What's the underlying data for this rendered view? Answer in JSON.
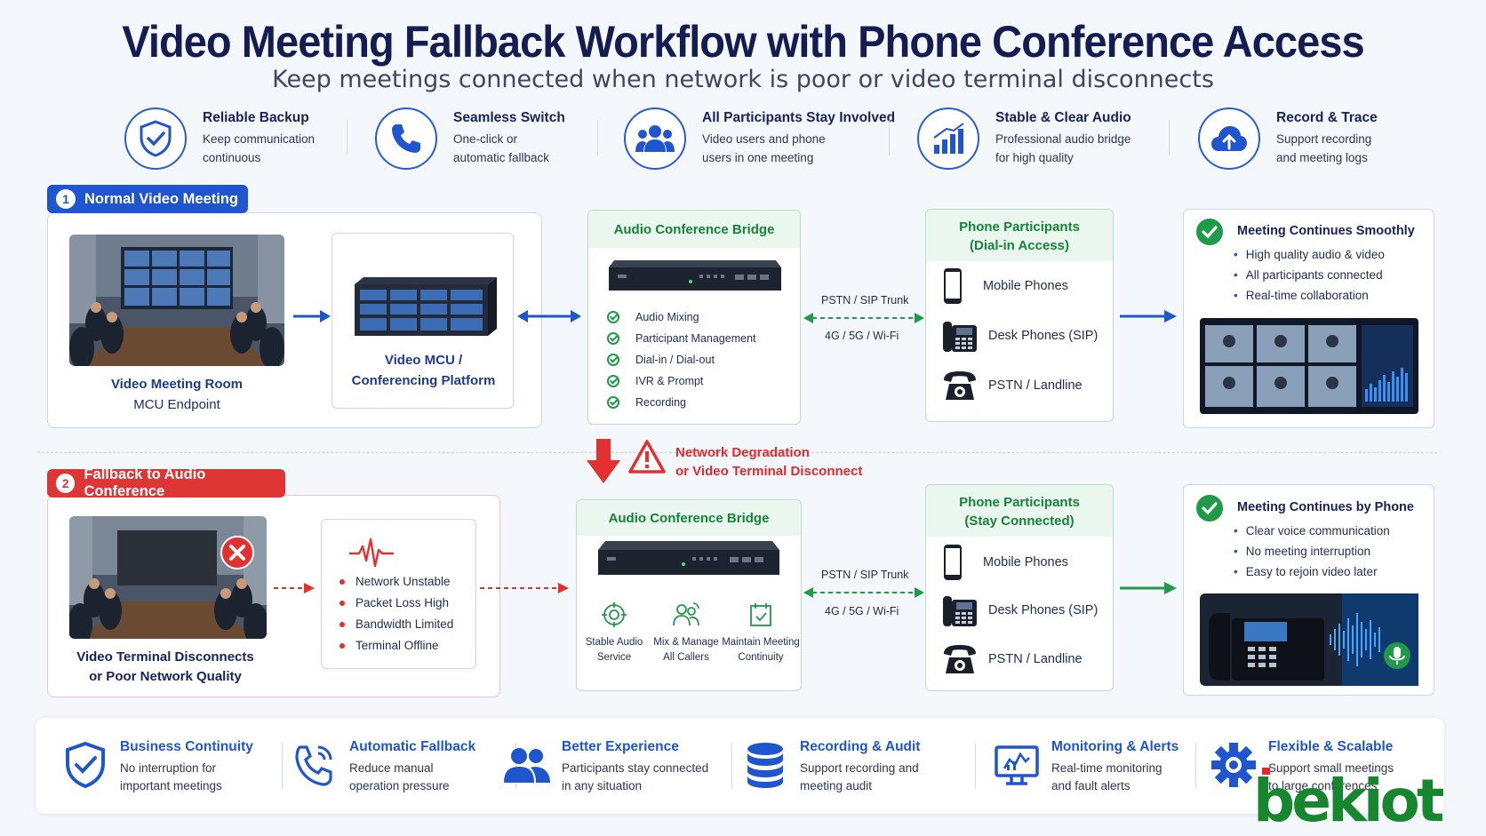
{
  "title": "Video Meeting Fallback Workflow with Phone Conference Access",
  "subtitle": "Keep meetings connected when network is poor or video terminal disconnects",
  "features": [
    {
      "icon": "shield-check-icon",
      "title": "Reliable Backup",
      "desc": "Keep communication\ncontinuous"
    },
    {
      "icon": "phone-icon",
      "title": "Seamless Switch",
      "desc": "One-click or\nautomatic fallback"
    },
    {
      "icon": "group-icon",
      "title": "All Participants Stay Involved",
      "desc": "Video users and phone\nusers in one meeting"
    },
    {
      "icon": "bar-chart-icon",
      "title": "Stable & Clear Audio",
      "desc": "Professional audio bridge\nfor high quality"
    },
    {
      "icon": "cloud-upload-icon",
      "title": "Record & Trace",
      "desc": "Support recording\nand meeting logs"
    }
  ],
  "section1": {
    "number": "1",
    "label": "Normal Video Meeting",
    "room_title": "Video Meeting Room",
    "room_sub": "MCU Endpoint",
    "mcu_label_1": "Video MCU /",
    "mcu_label_2": "Conferencing Platform",
    "bridge_title": "Audio Conference Bridge",
    "bridge_features": [
      "Audio Mixing",
      "Participant Management",
      "Dial-in / Dial-out",
      "IVR & Prompt",
      "Recording"
    ],
    "link_top": "PSTN / SIP Trunk",
    "link_bottom": "4G / 5G / Wi-Fi",
    "phone_title_1": "Phone Participants",
    "phone_title_2": "(Dial-in Access)",
    "phones": [
      "Mobile Phones",
      "Desk Phones (SIP)",
      "PSTN / Landline"
    ],
    "result_title": "Meeting Continues Smoothly",
    "result_items": [
      "High quality audio & video",
      "All participants connected",
      "Real-time collaboration"
    ]
  },
  "degradation": {
    "line1": "Network Degradation",
    "line2": "or Video Terminal Disconnect"
  },
  "section2": {
    "number": "2",
    "label": "Fallback to Audio Conference",
    "room_title_1": "Video Terminal Disconnects",
    "room_title_2": "or Poor Network Quality",
    "issues": [
      "Network Unstable",
      "Packet Loss High",
      "Bandwidth Limited",
      "Terminal Offline"
    ],
    "bridge_title": "Audio Conference Bridge",
    "bridge_features": [
      {
        "l1": "Stable Audio",
        "l2": "Service"
      },
      {
        "l1": "Mix & Manage",
        "l2": "All Callers"
      },
      {
        "l1": "Maintain Meeting",
        "l2": "Continuity"
      }
    ],
    "link_top": "PSTN / SIP Trunk",
    "link_bottom": "4G / 5G / Wi-Fi",
    "phone_title_1": "Phone Participants",
    "phone_title_2": "(Stay Connected)",
    "phones": [
      "Mobile Phones",
      "Desk Phones (SIP)",
      "PSTN / Landline"
    ],
    "result_title": "Meeting Continues by Phone",
    "result_items": [
      "Clear voice communication",
      "No meeting interruption",
      "Easy to rejoin video later"
    ]
  },
  "benefits": [
    {
      "icon": "shield-check-icon",
      "title": "Business Continuity",
      "desc": "No interruption for\nimportant meetings"
    },
    {
      "icon": "phone-ring-icon",
      "title": "Automatic Fallback",
      "desc": "Reduce manual\noperation pressure"
    },
    {
      "icon": "users-icon",
      "title": "Better Experience",
      "desc": "Participants stay connected\nin any situation"
    },
    {
      "icon": "database-icon",
      "title": "Recording & Audit",
      "desc": "Support recording and\nmeeting audit"
    },
    {
      "icon": "monitor-chart-icon",
      "title": "Monitoring & Alerts",
      "desc": "Real-time monitoring\nand fault alerts"
    },
    {
      "icon": "gear-icon",
      "title": "Flexible & Scalable",
      "desc": "Support small meetings\nto large conferences"
    }
  ],
  "logo_text": "bekiot",
  "colors": {
    "primary": "#1f55cf",
    "danger": "#de3535",
    "success": "#1f9a48",
    "heading": "#141d52"
  }
}
